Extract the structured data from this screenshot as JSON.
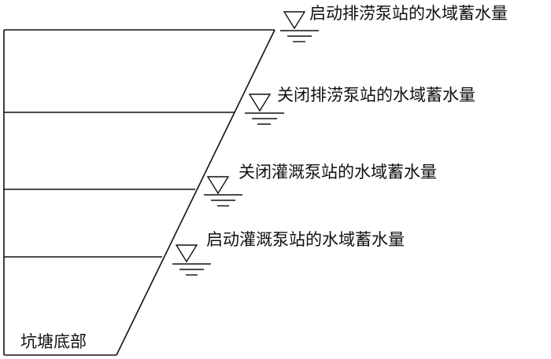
{
  "diagram": {
    "bottom_label": "坑塘底部",
    "levels": [
      {
        "label": "启动排涝泵站的水域蓄水量"
      },
      {
        "label": "关闭排涝泵站的水域蓄水量"
      },
      {
        "label": "关闭灌溉泵站的水域蓄水量"
      },
      {
        "label": "启动灌溉泵站的水域蓄水量"
      }
    ],
    "line_color": "#111111"
  }
}
